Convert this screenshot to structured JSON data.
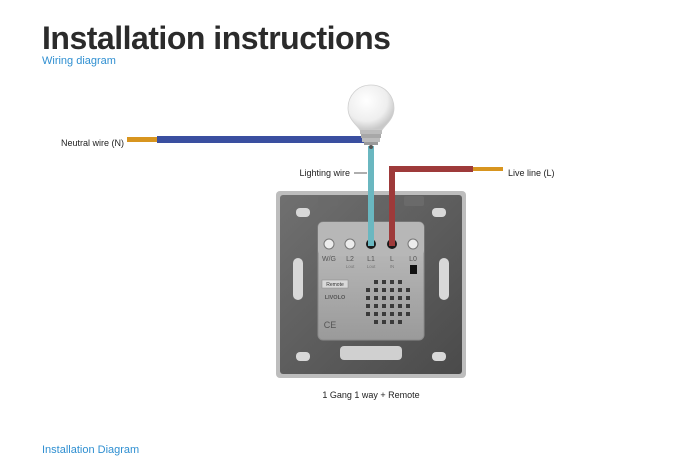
{
  "header": {
    "title": "Installation instructions",
    "link_wiring": "Wiring diagram",
    "link_installation": "Installation Diagram"
  },
  "diagram": {
    "labels": {
      "neutral": "Neutral wire (N)",
      "lighting": "Lighting wire",
      "live": "Live line (L)",
      "caption": "1 Gang 1 way + Remote"
    },
    "terminals": [
      {
        "label": "W/G",
        "sub": ""
      },
      {
        "label": "L2",
        "sub": "Lout"
      },
      {
        "label": "L1",
        "sub": "Lout"
      },
      {
        "label": "L",
        "sub": "IN"
      },
      {
        "label": "L0",
        "sub": ""
      }
    ],
    "module_text": {
      "brand": "LIVOLO",
      "cert": "CE",
      "tag": "Remote"
    },
    "colors": {
      "neutral_wire": "#3a4fa0",
      "lighting_wire": "#6ab7c0",
      "live_wire": "#9e3a3a",
      "wire_tip": "#d8951f",
      "plate": "#5b5b5b",
      "module": "#a9a9a9"
    }
  }
}
